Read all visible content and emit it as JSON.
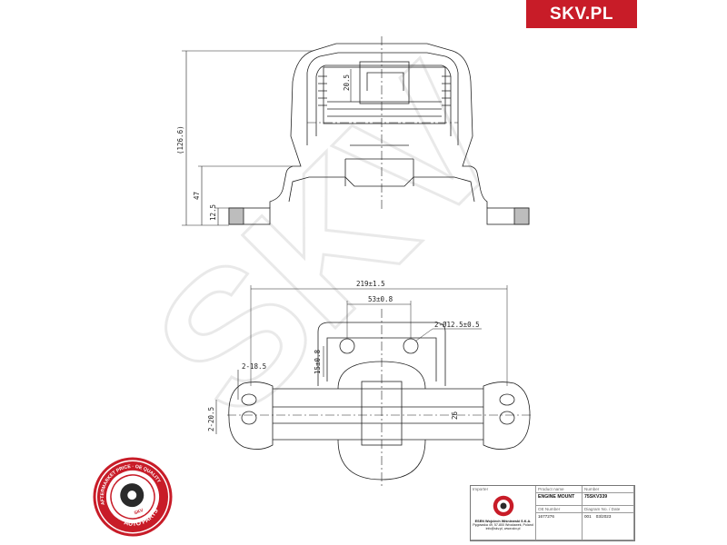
{
  "brand": {
    "logo_text": "SKV.PL",
    "color": "#c81c28"
  },
  "side_view": {
    "dim_total_height": "(126.6)",
    "dim_height_47": "47",
    "dim_thickness": "12.5",
    "dim_inner": "20.5"
  },
  "top_view": {
    "dim_overall_width": "219±1.5",
    "dim_hole_spacing": "53±0.8",
    "dim_holes": "2-Ø12.5±0.5",
    "dim_vertical": "15±0.8",
    "dim_left_slot": "2-18.5",
    "dim_left_slot_2": "2-20.5",
    "dim_center": "26"
  },
  "stamp": {
    "top_text": "AFTERMARKET PRICE · OE QUALITY",
    "bottom_text": "AUTO PARTS",
    "center_text": "SKV",
    "color": "#c81c28"
  },
  "title_block": {
    "label_importer": "Importer",
    "label_product_name": "Product name",
    "product_name": "ENGINE MOUNT",
    "label_number": "Number",
    "number": "75SKV339",
    "company": "ESEN Wojciech Wiśniewski S.K.A.",
    "address": "Pęgowska 49, 57-800 Wrocławek, Poland",
    "contact": "info@skv.pl, www.skv.pl",
    "label_oe_number": "OE Number",
    "oe_number": "1677276",
    "label_diagram_no": "Diagram No.",
    "diagram_no": "001",
    "label_date": "Date",
    "date": "03/2023"
  },
  "watermark": {
    "text": "SKV",
    "color": "#e4e4e4"
  }
}
